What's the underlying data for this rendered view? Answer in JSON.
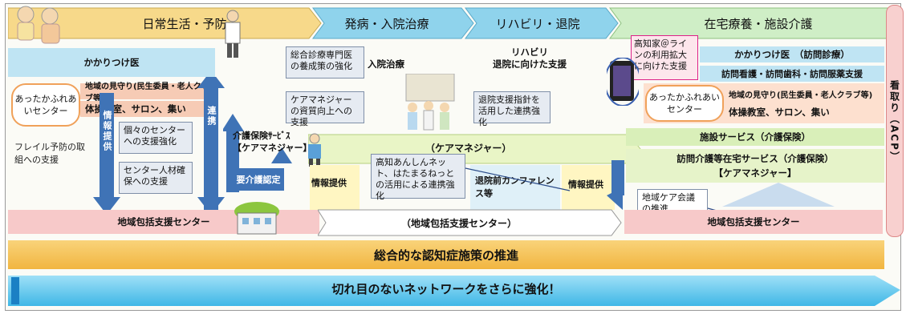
{
  "stages": [
    "日常生活・予防",
    "発病・入院治療",
    "リハビリ・退院",
    "在宅療養・施設介護"
  ],
  "right_label": "看取り（ACP）",
  "left": {
    "kakaritsuke": "かかりつけ医",
    "mimamori": "地域の見守り(民生委員・老人クラブ等)",
    "taisou": "体操教室、サロン、集い",
    "center": "あったかふれあいセンター",
    "frail": "フレイル予防の取組への支援",
    "joho_teikyo": "情報提供",
    "renkei": "連携",
    "center_support": "個々のセンターへの支援強化",
    "staff_support": "センター人材確保への支援",
    "youkaigo": "要介護認定",
    "hokatsu": "地域包括支援センター"
  },
  "middle": {
    "sogo_shinryo": "総合診療専門医の養成策の強化",
    "nyuin": "入院治療",
    "care_manager_note": "ケアマネジャーの資質向上への支援",
    "kaigo_service": "介護保険ｻｰﾋﾞｽ",
    "care_manager_bracket": "【ケアマネジャー】",
    "care_manager_band": "（ケアマネジャー）",
    "joho_teikyo": "情報提供",
    "anshin_net": "高知あんしんネット、はたまるねっとの活用による連携強化",
    "hokatsu": "（地域包括支援センター）"
  },
  "rehab": {
    "title": "リハビリ",
    "subtitle": "退院に向けた支援",
    "guideline": "退院支援指針を活用した連携強化",
    "conference": "退院前カンファレンス等",
    "joho_teikyo": "情報提供"
  },
  "home": {
    "line_note": "高知家＠ラインの利用拡大に向けた支援",
    "kakaritsuke": "かかりつけ医　（訪問診療）",
    "houmon": "訪問看護・訪問歯科・訪問服薬支援",
    "center": "あったかふれあいセンター",
    "mimamori": "地域の見守り(民生委員・老人クラブ等)",
    "taisou": "体操教室、サロン、集い",
    "shisetsu": "施設サービス（介護保険）",
    "zaitaku": "訪問介護等在宅サービス（介護保険）",
    "care_manager": "【ケアマネジャー】",
    "care_meeting": "地域ケア会議の推進",
    "hokatsu": "地域包括支援センター"
  },
  "bottom": {
    "dementia": "総合的な認知症施策の推進",
    "network": "切れ目のないネットワークをさらに強化！"
  },
  "colors": {
    "stage_yellow": "#f7d98a",
    "stage_blue": "#8fd3ec",
    "care_green": "#e9f5c6",
    "hokatsu_pink": "#f7c9c9",
    "orange_bar": "#f6c465",
    "network_blue": "#6ecdf0",
    "arrow_blue": "#3f73b6"
  },
  "icons": [
    "elderly-people-icon",
    "doctor-icon",
    "nurse-group-icon",
    "tablet-icon",
    "care-worker-icon",
    "care-center-building-icon"
  ]
}
